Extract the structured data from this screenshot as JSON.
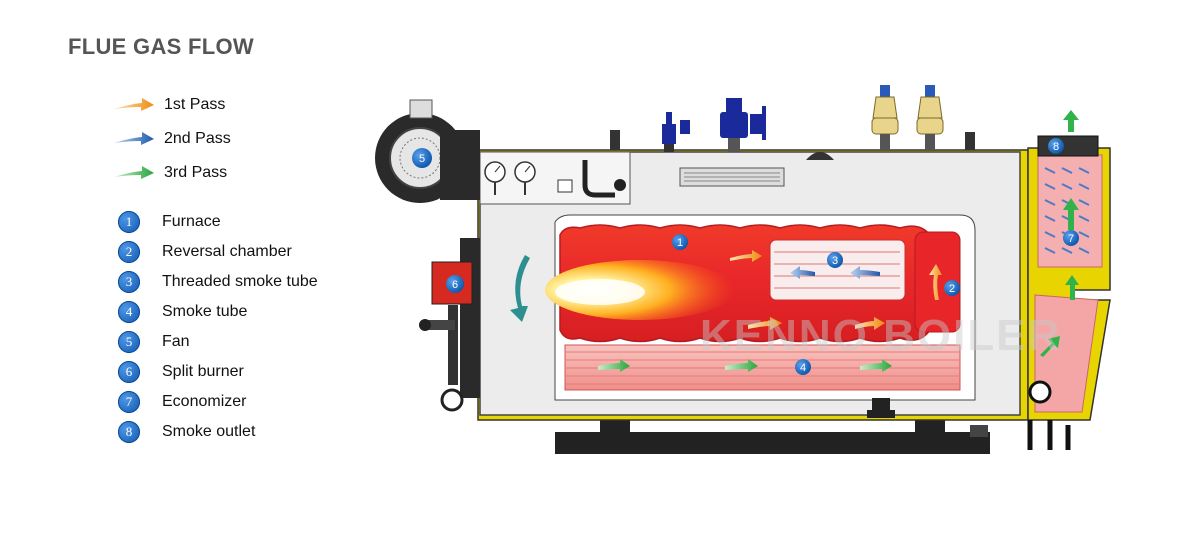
{
  "title": "FLUE GAS FLOW",
  "passes": [
    {
      "label": "1st Pass",
      "color": "#f29b1f"
    },
    {
      "label": "2nd Pass",
      "color": "#1f5fb3"
    },
    {
      "label": "3rd Pass",
      "color": "#2fb34a"
    }
  ],
  "components": [
    {
      "num": "1",
      "label": "Furnace"
    },
    {
      "num": "2",
      "label": "Reversal chamber"
    },
    {
      "num": "3",
      "label": "Threaded smoke tube"
    },
    {
      "num": "4",
      "label": "Smoke tube"
    },
    {
      "num": "5",
      "label": "Fan"
    },
    {
      "num": "6",
      "label": "Split burner"
    },
    {
      "num": "7",
      "label": "Economizer"
    },
    {
      "num": "8",
      "label": "Smoke outlet"
    }
  ],
  "watermark": "KENNO BOILER",
  "colors": {
    "shell": "#ececec",
    "frame": "#e8d400",
    "furnace": "#e8262a",
    "tubes": "#f3a3a3",
    "base": "#222222",
    "badge": "#1565c0"
  }
}
